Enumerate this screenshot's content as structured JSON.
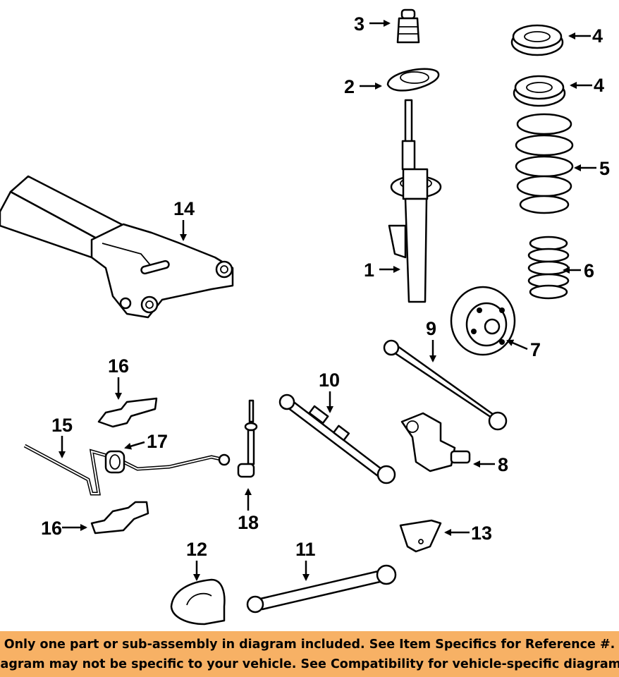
{
  "callouts": [
    {
      "id": "c1",
      "text": "1"
    },
    {
      "id": "c2",
      "text": "2"
    },
    {
      "id": "c3",
      "text": "3"
    },
    {
      "id": "c4a",
      "text": "4"
    },
    {
      "id": "c4b",
      "text": "4"
    },
    {
      "id": "c5",
      "text": "5"
    },
    {
      "id": "c6",
      "text": "6"
    },
    {
      "id": "c7",
      "text": "7"
    },
    {
      "id": "c8",
      "text": "8"
    },
    {
      "id": "c9",
      "text": "9"
    },
    {
      "id": "c10",
      "text": "10"
    },
    {
      "id": "c11",
      "text": "11"
    },
    {
      "id": "c12",
      "text": "12"
    },
    {
      "id": "c13",
      "text": "13"
    },
    {
      "id": "c14",
      "text": "14"
    },
    {
      "id": "c15",
      "text": "15"
    },
    {
      "id": "c16a",
      "text": "16"
    },
    {
      "id": "c16b",
      "text": "16"
    },
    {
      "id": "c17",
      "text": "17"
    },
    {
      "id": "c18",
      "text": "18"
    }
  ],
  "banner": {
    "line1": "Only one part or sub-assembly in diagram included. See Item Specifics for Reference #.",
    "line2": "Diagram may not be specific to your vehicle. See Compatibility for vehicle-specific diagrams."
  },
  "colors": {
    "banner_bg": "#f7b165",
    "ink": "#000000"
  }
}
